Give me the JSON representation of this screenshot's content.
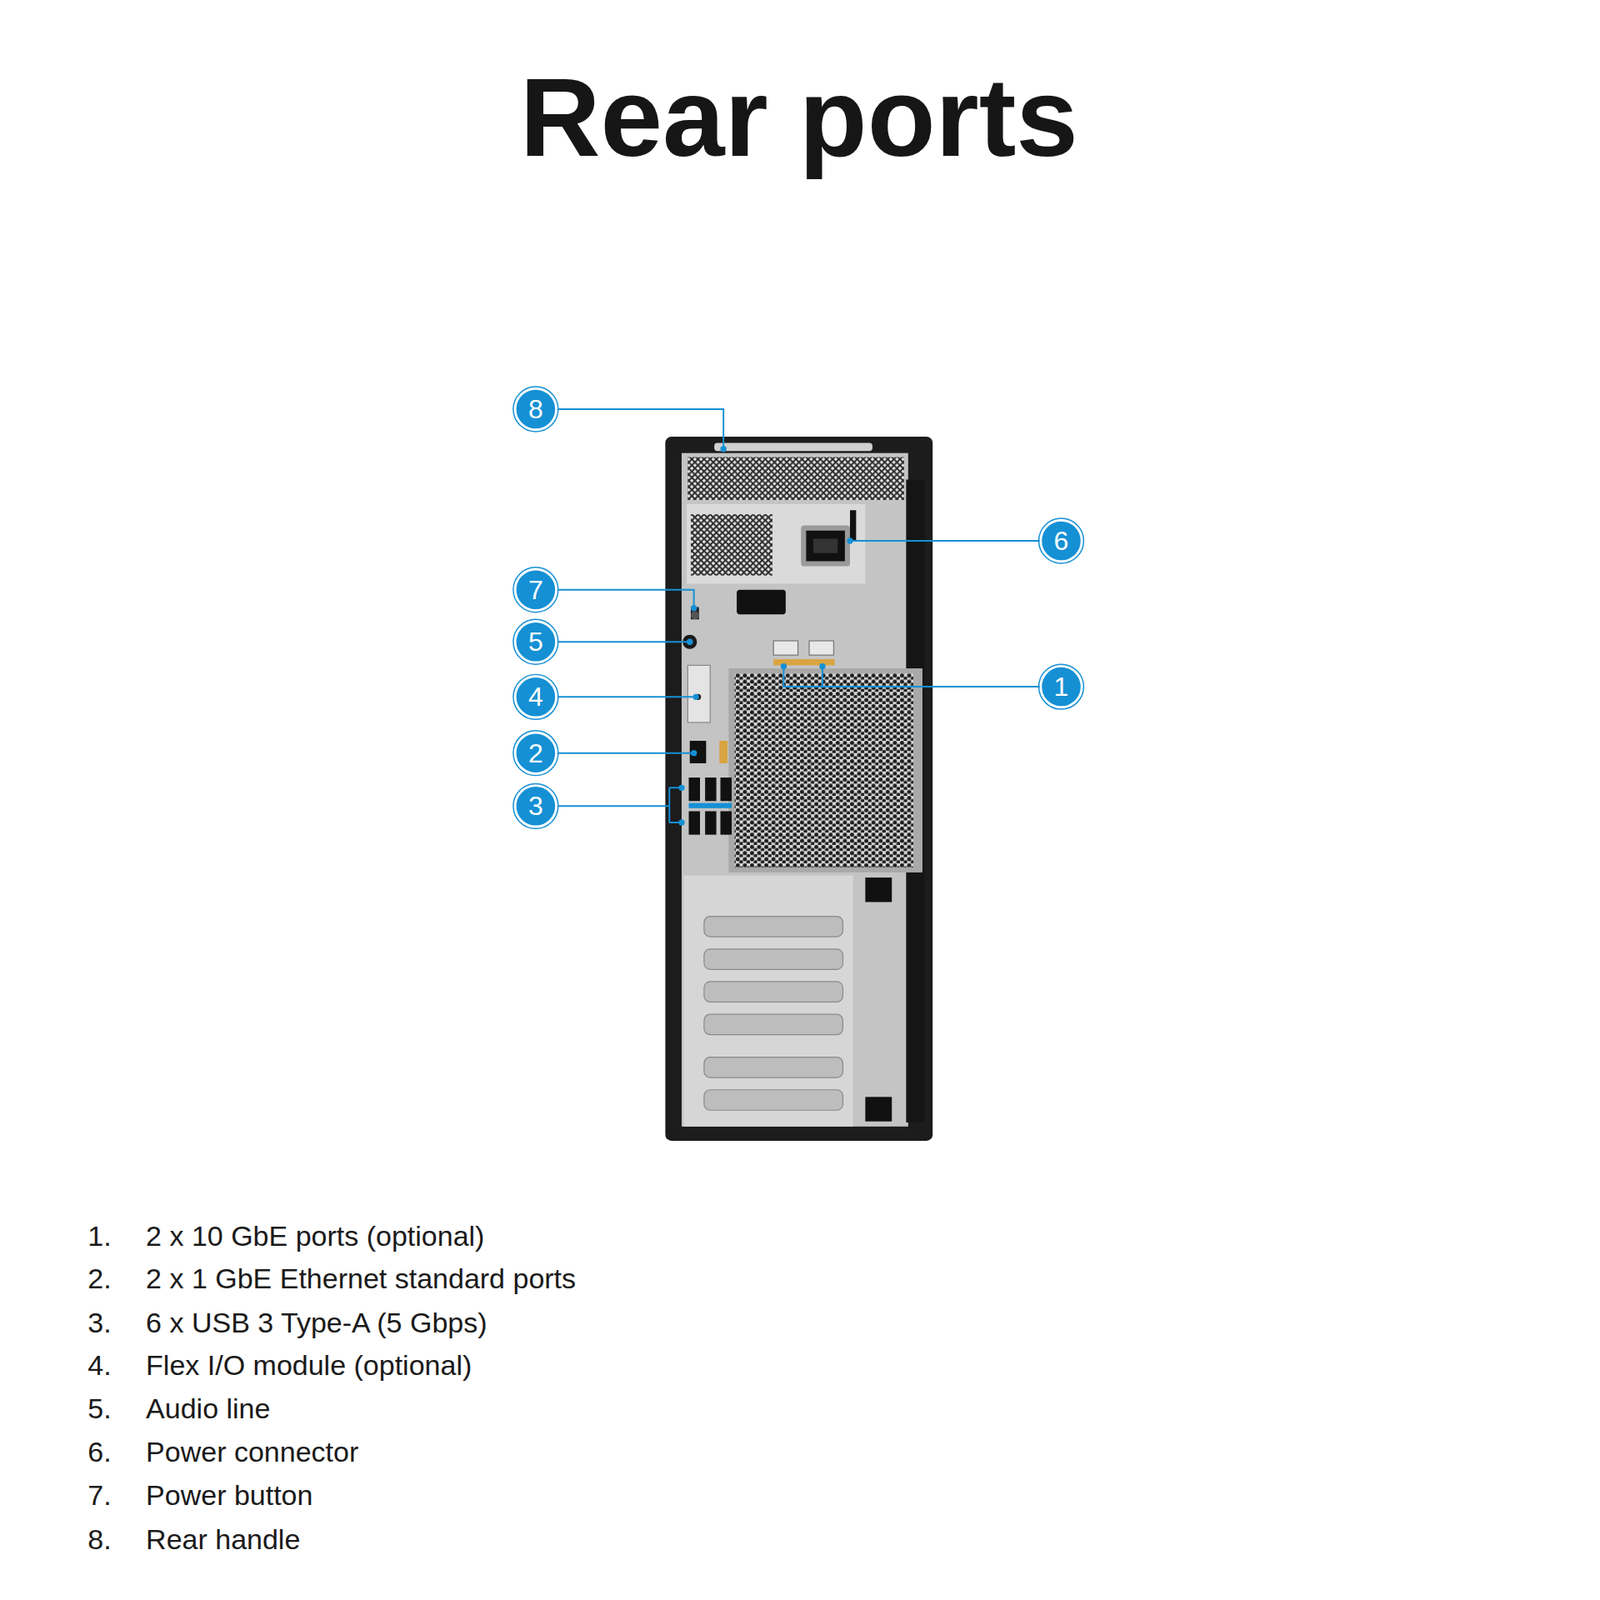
{
  "diagram": {
    "title": "Rear ports",
    "labels": [
      "8",
      "6",
      "7",
      "5",
      "1",
      "4",
      "2",
      "3",
      "1.",
      "2 x 10 GbE ports (optional)",
      "2.",
      "2 x 1 GbE Ethernet standard ports",
      "3.",
      "6 x USB 3 Type-A (5 Gbps)",
      "4.",
      "Flex I/O module (optional)",
      "5.",
      "Audio line",
      "6.",
      "Power connector",
      "7.",
      "Power button",
      "8.",
      "Rear handle"
    ]
  }
}
